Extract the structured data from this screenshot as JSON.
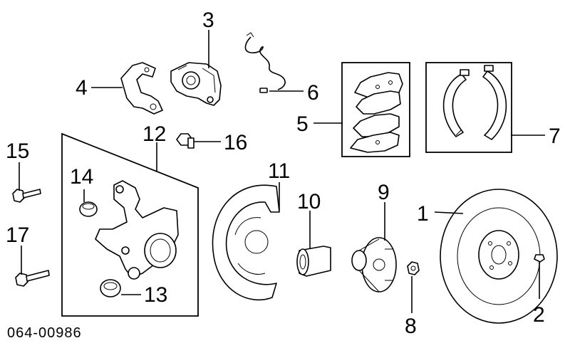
{
  "diagram": {
    "part_number": "064-00986",
    "callouts": {
      "c1": "1",
      "c2": "2",
      "c3": "3",
      "c4": "4",
      "c5": "5",
      "c6": "6",
      "c7": "7",
      "c8": "8",
      "c9": "9",
      "c10": "10",
      "c11": "11",
      "c12": "12",
      "c13": "13",
      "c14": "14",
      "c15": "15",
      "c16": "16",
      "c17": "17"
    }
  },
  "colors": {
    "line": "#000000",
    "background": "#ffffff"
  }
}
